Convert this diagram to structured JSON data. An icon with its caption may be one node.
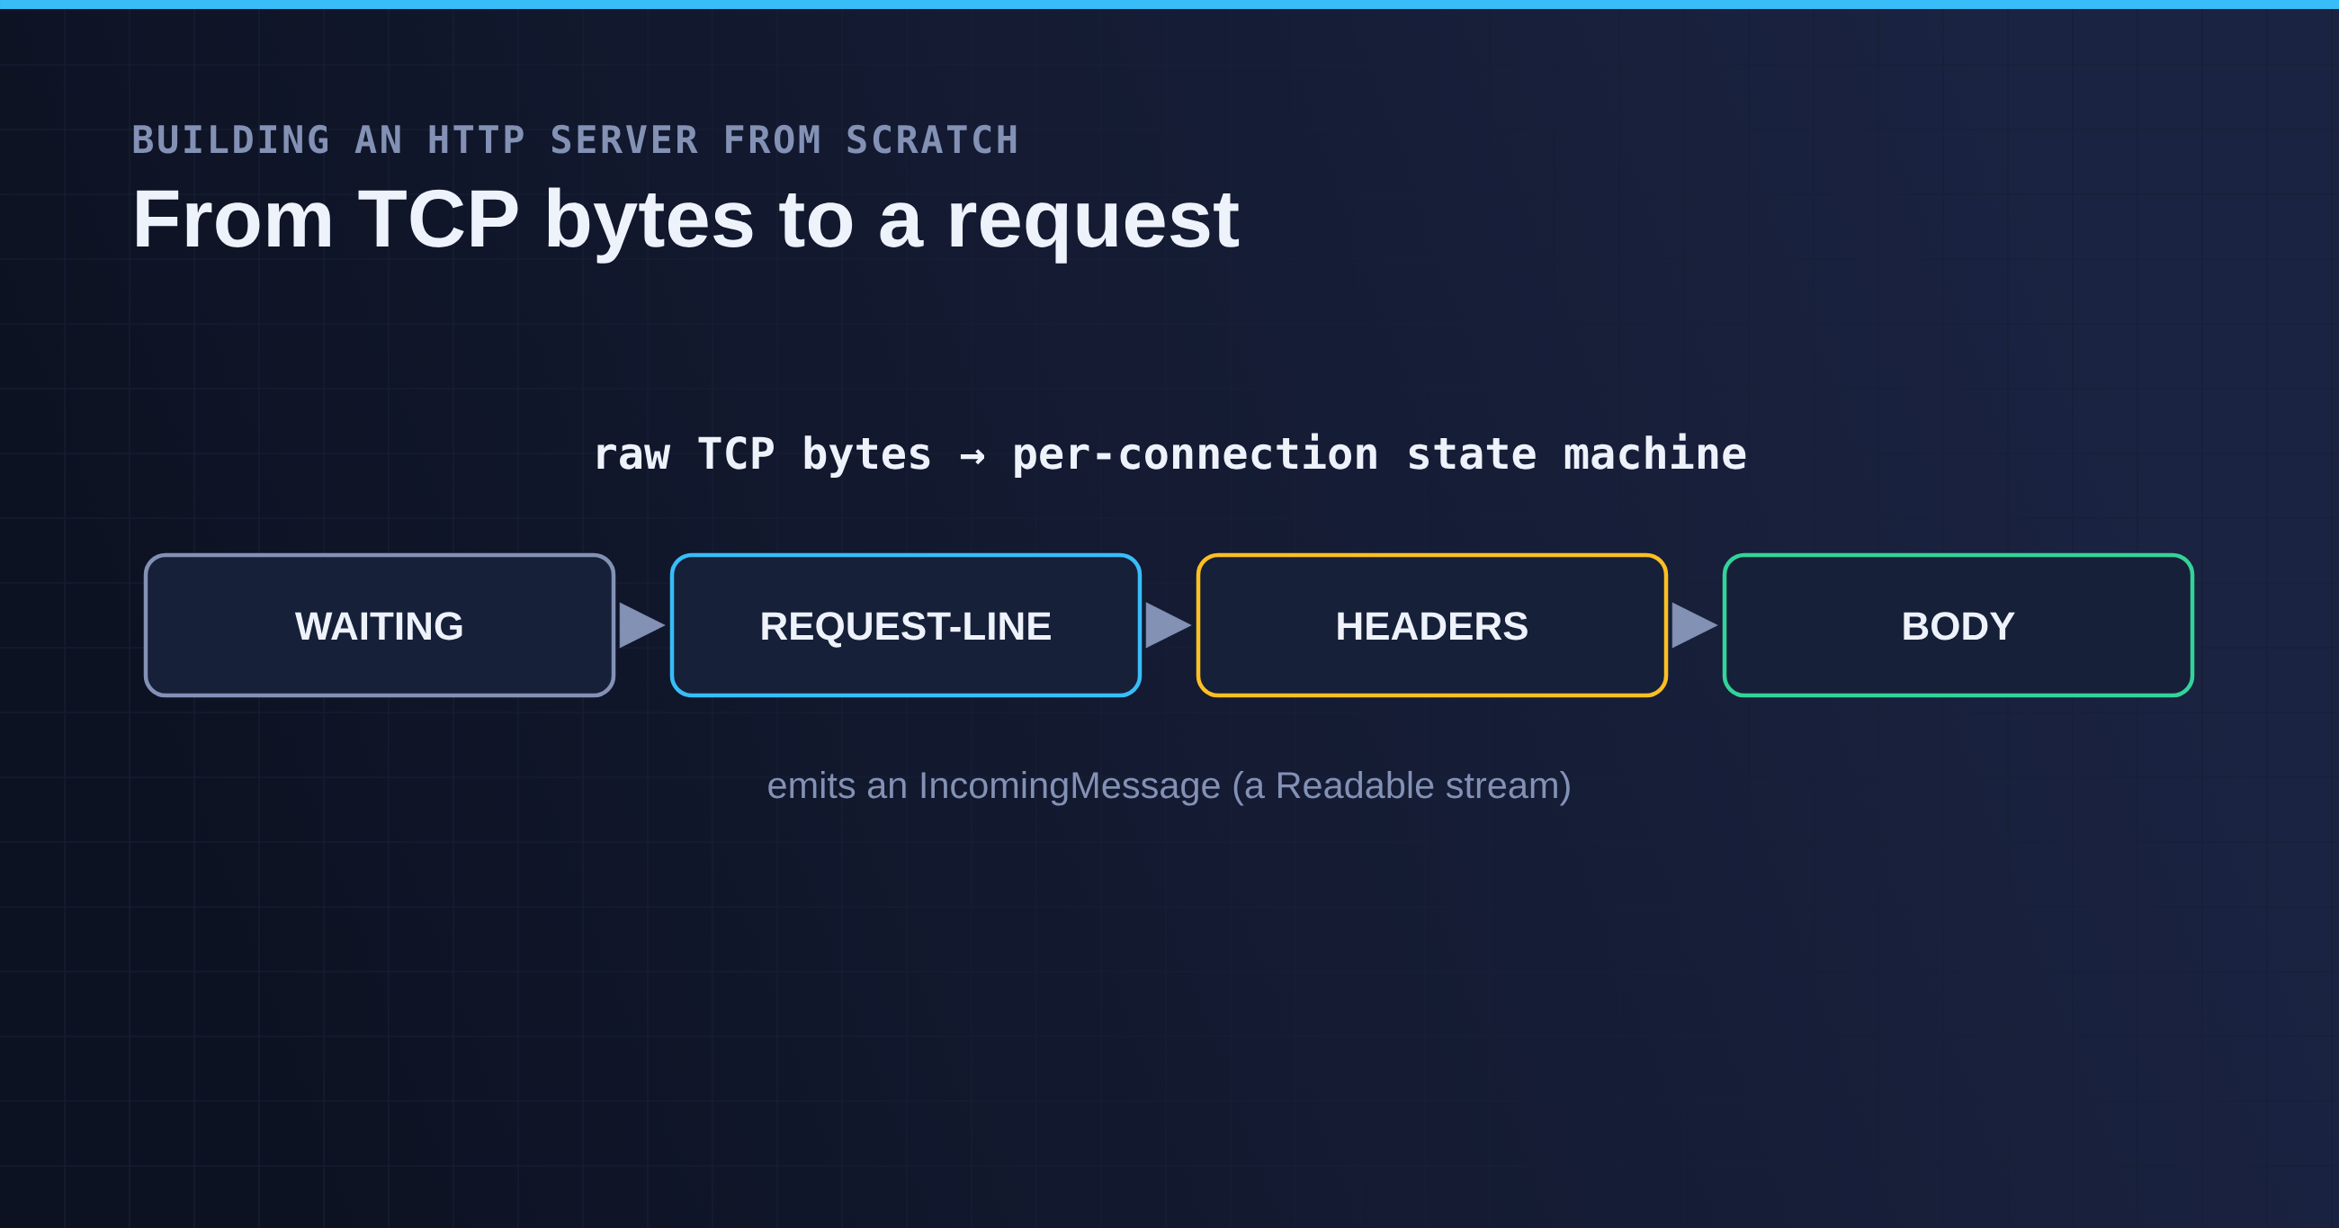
{
  "diagram": {
    "title": "From TCP bytes to a request",
    "nodes": [
      {
        "text": [
          "WAITING"
        ]
      },
      {
        "text": [
          "REQUEST-LINE"
        ]
      },
      {
        "text": [
          "HEADERS"
        ]
      },
      {
        "text": [
          "BODY"
        ]
      }
    ],
    "edges": [
      {
        "from": 0,
        "to": 1,
        "arrow": "to"
      },
      {
        "from": 1,
        "to": 2,
        "arrow": "to"
      },
      {
        "from": 2,
        "to": 3,
        "arrow": "to"
      }
    ],
    "labels": [
      "BUILDING AN HTTP SERVER FROM SCRATCH",
      "raw TCP bytes → per-connection state machine"
    ],
    "caption": "emits an IncomingMessage (a Readable stream)"
  }
}
